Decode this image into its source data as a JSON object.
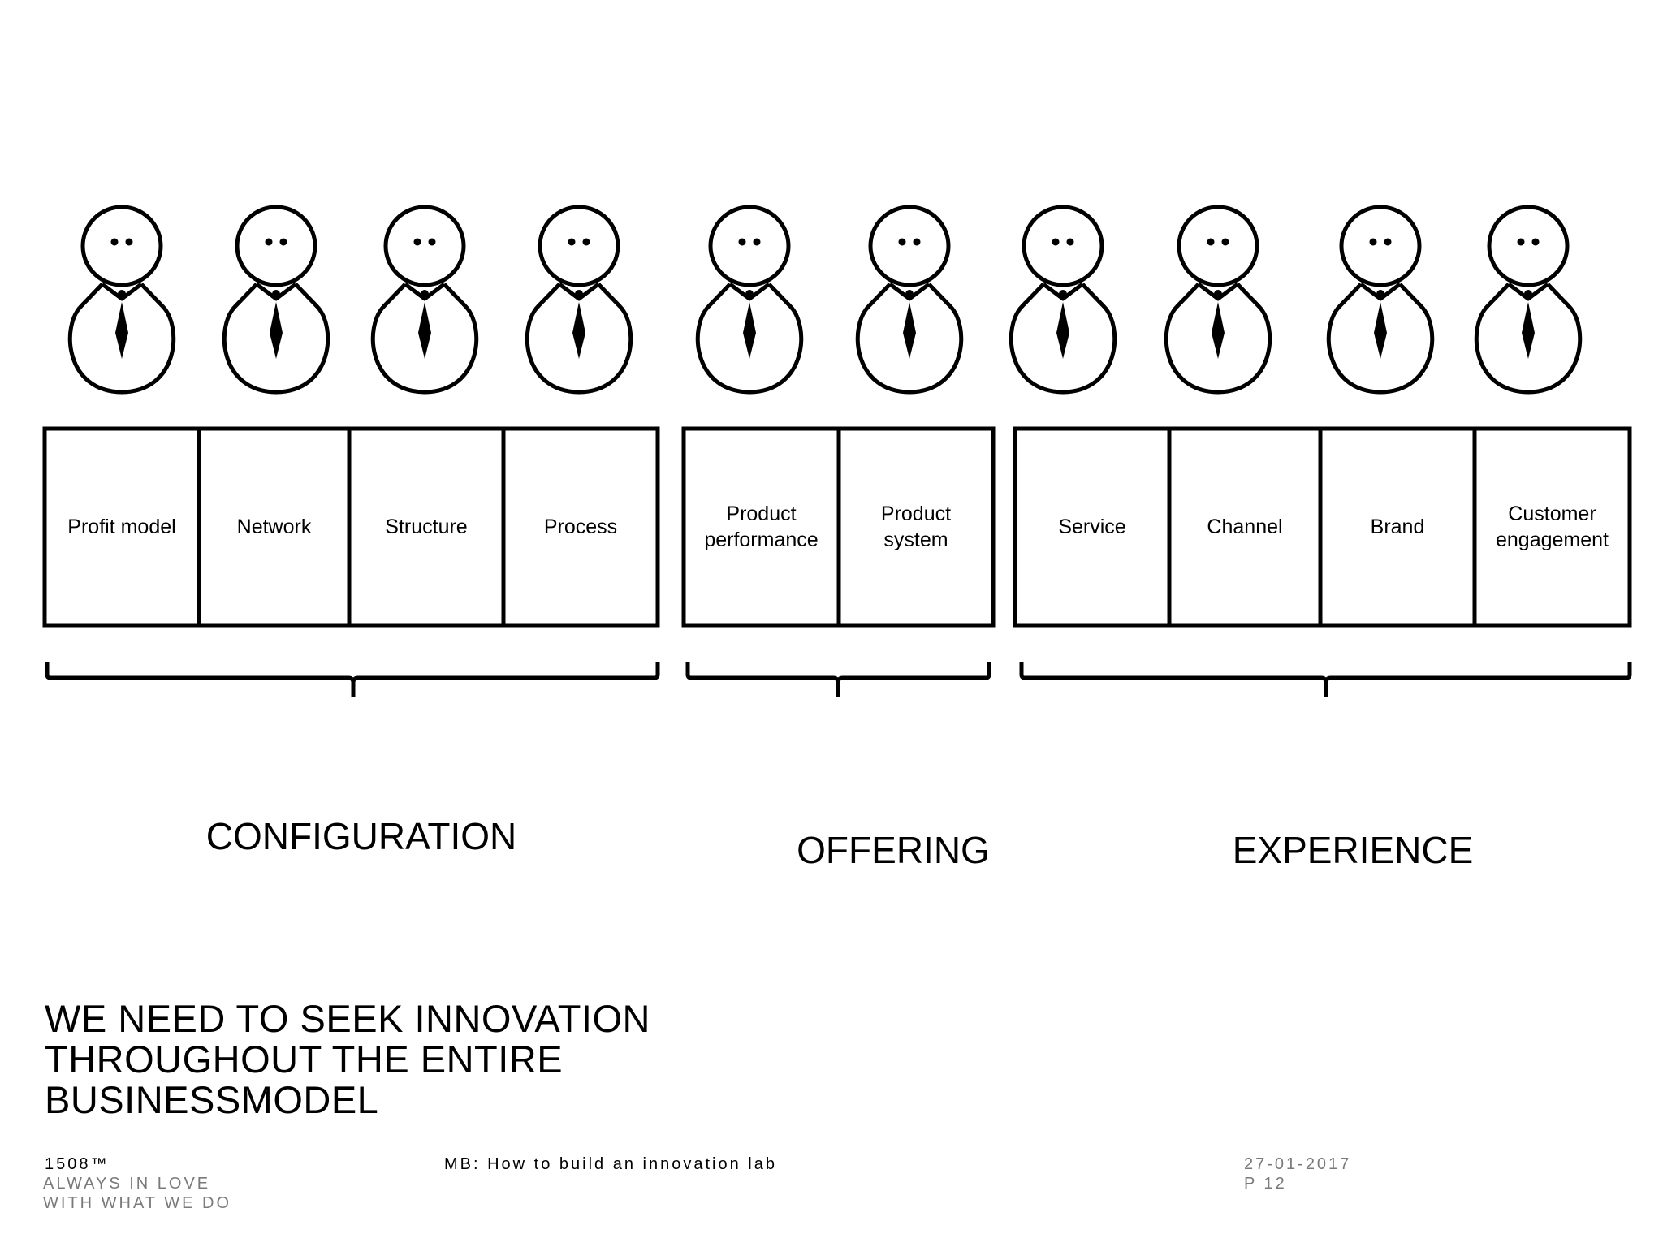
{
  "groups": [
    {
      "label": "CONFIGURATION",
      "items": [
        "Profit model",
        "Network",
        "Structure",
        "Process"
      ]
    },
    {
      "label": "OFFERING",
      "items": [
        "Product\nperformance",
        "Product\nsystem"
      ]
    },
    {
      "label": "EXPERIENCE",
      "items": [
        "Service",
        "Channel",
        "Brand",
        "Customer\nengagement"
      ]
    }
  ],
  "headline": "WE NEED TO SEEK INNOVATION\nTHROUGHOUT THE ENTIRE\nBUSINESSMODEL",
  "footer": {
    "brand": "1508™",
    "tagline_1": "ALWAYS IN  LOVE",
    "tagline_2": "WITH WHAT WE DO",
    "title": "MB: How to build an innovation lab",
    "date": "27-01-2017",
    "page": "P 12"
  },
  "icons": {
    "person": "businessman-with-tie-icon"
  }
}
